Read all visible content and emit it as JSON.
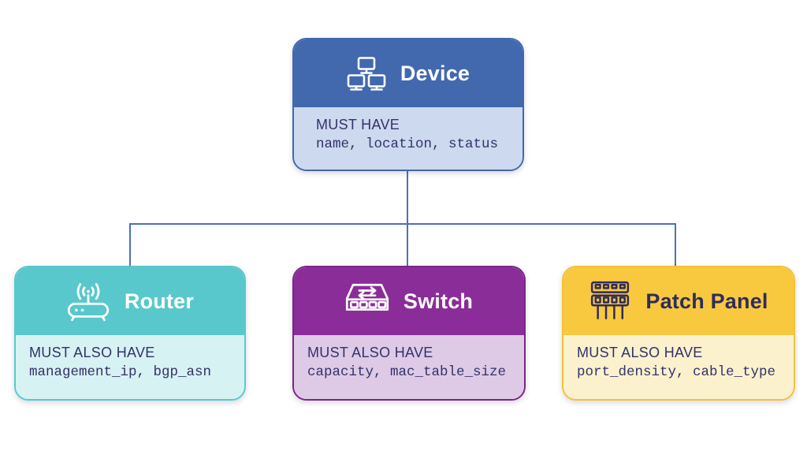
{
  "diagram": {
    "connector_color": "#4a72b8",
    "text_color": "#33316b"
  },
  "nodes": {
    "device": {
      "title": "Device",
      "requirement_label": "MUST HAVE",
      "attributes": "name, location, status",
      "icon": "network-devices-icon",
      "header_color": "#4268ae",
      "body_color": "#cdd9ee",
      "title_color": "#ffffff"
    },
    "router": {
      "title": "Router",
      "requirement_label": "MUST ALSO HAVE",
      "attributes": "management_ip, bgp_asn",
      "icon": "wifi-router-icon",
      "header_color": "#58c8cc",
      "body_color": "#d7f2f2",
      "title_color": "#ffffff"
    },
    "switch": {
      "title": "Switch",
      "requirement_label": "MUST ALSO HAVE",
      "attributes": "capacity, mac_table_size",
      "icon": "network-switch-icon",
      "header_color": "#8b2d99",
      "body_color": "#decae6",
      "title_color": "#ffffff"
    },
    "patch_panel": {
      "title": "Patch Panel",
      "requirement_label": "MUST ALSO HAVE",
      "attributes": "port_density, cable_type",
      "icon": "patch-panel-icon",
      "header_color": "#f8c93f",
      "body_color": "#fbf1cd",
      "title_color": "#2f2c5c"
    }
  }
}
